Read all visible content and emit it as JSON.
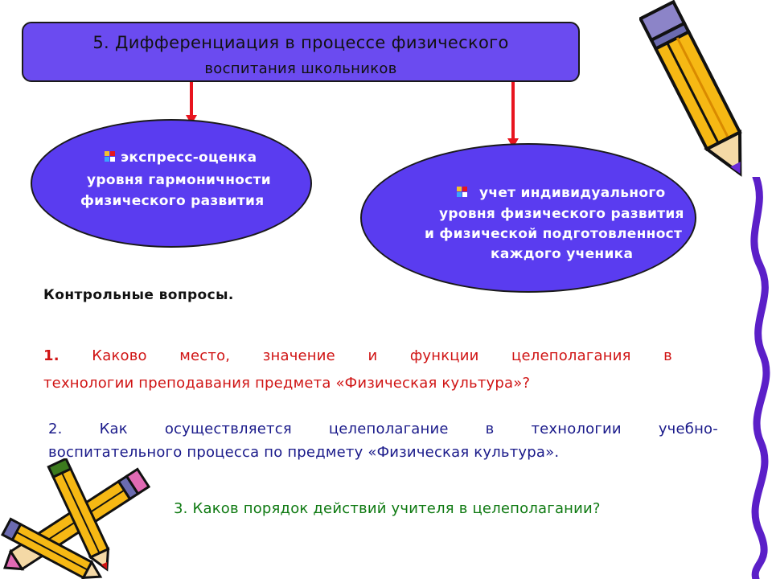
{
  "title": {
    "line1": "5. Дифференциация в процессе физического",
    "line2": "воспитания школьников"
  },
  "left_ellipse": {
    "line1": "экспресс-оценка",
    "line2": "уровня гармоничности",
    "line3": "физического развития"
  },
  "right_ellipse": {
    "line1": "учет индивидуального",
    "line2": "уровня физического развития",
    "line3": "и физической подготовленност",
    "line4": "каждого ученика"
  },
  "questions": {
    "heading": "Контрольные вопросы.",
    "q1_words": [
      "1.",
      "Каково",
      "место,",
      "значение",
      "и",
      "функции",
      "целеполагания",
      "в"
    ],
    "q1_line2": "технологии преподавания предмета «Физическая культура»?",
    "q2_words": [
      "2.",
      "Как",
      "осуществляется",
      "целеполагание",
      "в",
      "технологии",
      "учебно-"
    ],
    "q2_line2": "воспитательного процесса по предмету «Физическая культура».",
    "q3": "3. Каков порядок действий учителя в целеполагании?"
  },
  "colors": {
    "box_fill": "#6b4bf0",
    "ellipse_fill": "#5a3cf0",
    "arrow": "#e8141e",
    "q1": "#d01414",
    "q2": "#1a1a8a",
    "q3": "#0f7a12"
  },
  "decorations": [
    "pencil-top-right-icon",
    "pencils-bottom-left-icon",
    "wavy-border-right"
  ]
}
